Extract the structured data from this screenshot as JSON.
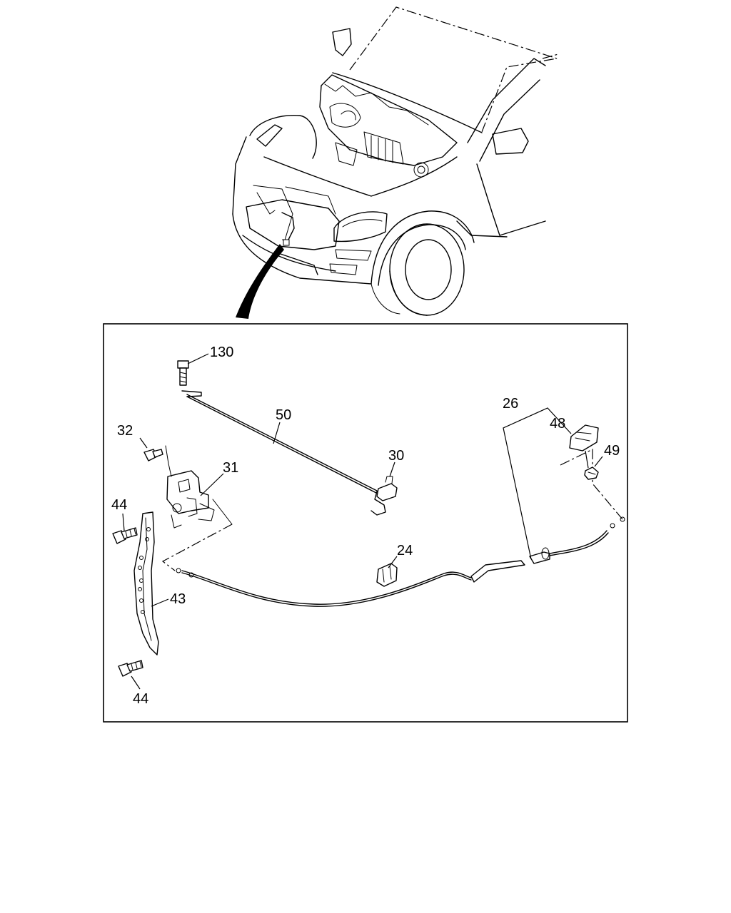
{
  "diagram": {
    "callouts": {
      "c130": "130",
      "c50": "50",
      "c26": "26",
      "c48": "48",
      "c32": "32",
      "c30": "30",
      "c49": "49",
      "c31": "31",
      "c44a": "44",
      "c24": "24",
      "c43": "43",
      "c44b": "44"
    }
  }
}
